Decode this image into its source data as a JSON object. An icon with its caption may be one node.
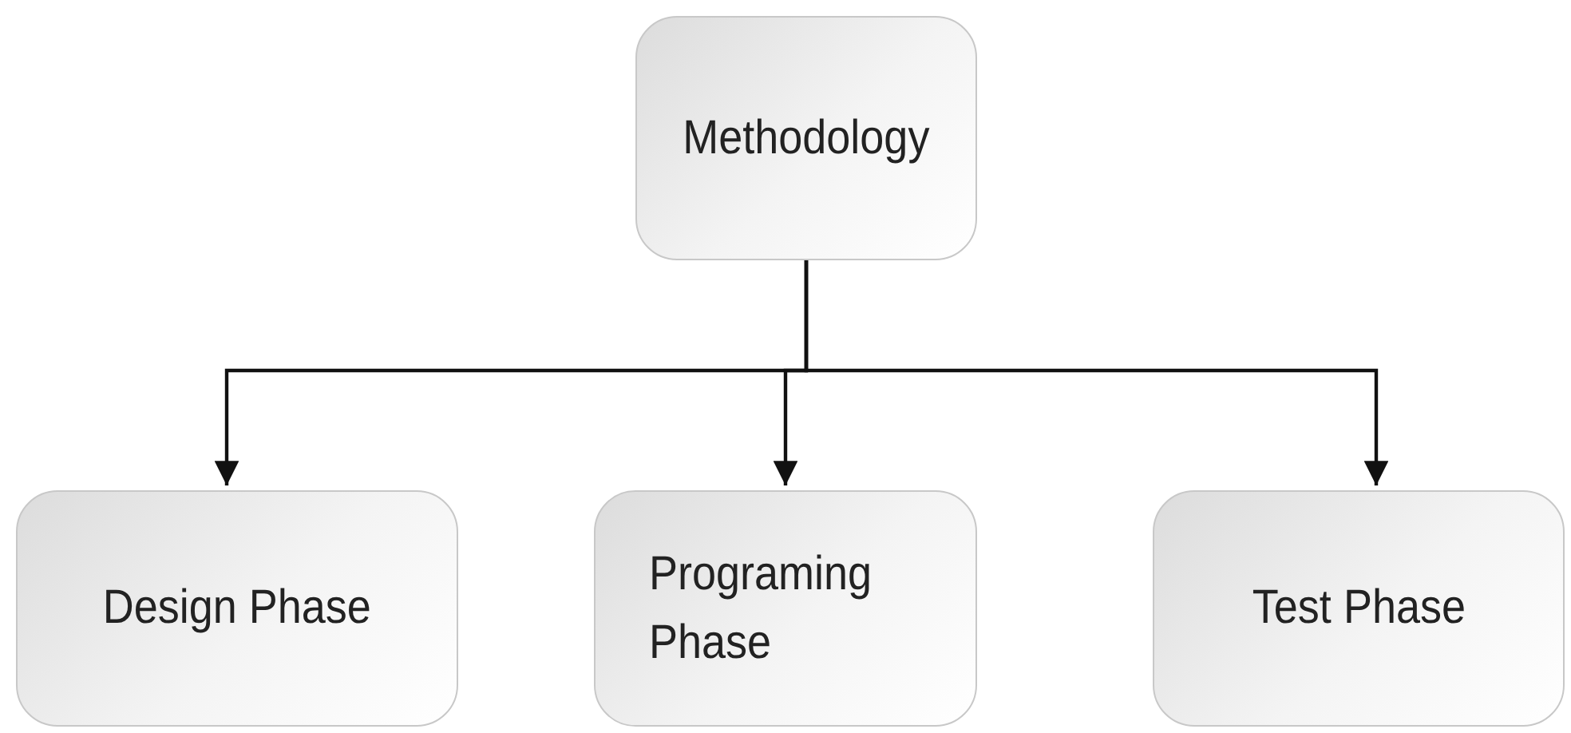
{
  "diagram": {
    "nodes": [
      {
        "text": [
          "Methodology"
        ]
      },
      {
        "text": [
          "Design Phase"
        ]
      },
      {
        "text": [
          "Programing Phase"
        ]
      },
      {
        "text": [
          "Test Phase"
        ]
      }
    ],
    "edges": [
      {
        "from": 0,
        "to": 1,
        "arrow": "to"
      },
      {
        "from": 0,
        "to": 2,
        "arrow": "to"
      },
      {
        "from": 0,
        "to": 3,
        "arrow": "to"
      }
    ]
  }
}
